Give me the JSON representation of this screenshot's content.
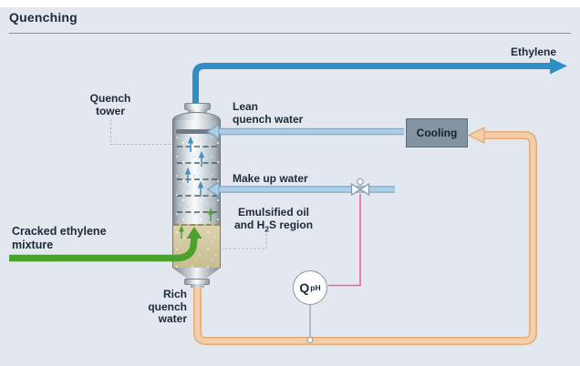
{
  "title": "Quenching",
  "labels": {
    "ethylene": "Ethylene",
    "quench_tower": {
      "line1": "Quench",
      "line2": "tower"
    },
    "lean": {
      "line1": "Lean",
      "line2": "quench water"
    },
    "makeup": "Make up water",
    "emulsified": {
      "line1": "Emulsified oil",
      "line2_pre": "and H",
      "line2_sub": "2",
      "line2_post": "S region"
    },
    "cracked": {
      "line1": "Cracked ethylene",
      "line2": "mixture"
    },
    "rich": {
      "line1": "Rich",
      "line2": "quench",
      "line3": "water"
    }
  },
  "equipment": {
    "cooling": "Cooling",
    "ph_analyzer": {
      "symbol": "Q",
      "subscript": "pH"
    }
  },
  "colors": {
    "background": "#e3e8ef",
    "ethylene_blue": "#2e8ec5",
    "feed_green": "#4aa22c",
    "water_arrow_fill": "#accde6",
    "water_arrow_stroke": "#7fa3c0",
    "recycle_tan_fill": "#f7cda6",
    "recycle_tan_stroke": "#dfab80",
    "signal_pink": "#ef5f9f",
    "cooling_gray": "#8493a2",
    "text_dark": "#1d2a38"
  }
}
